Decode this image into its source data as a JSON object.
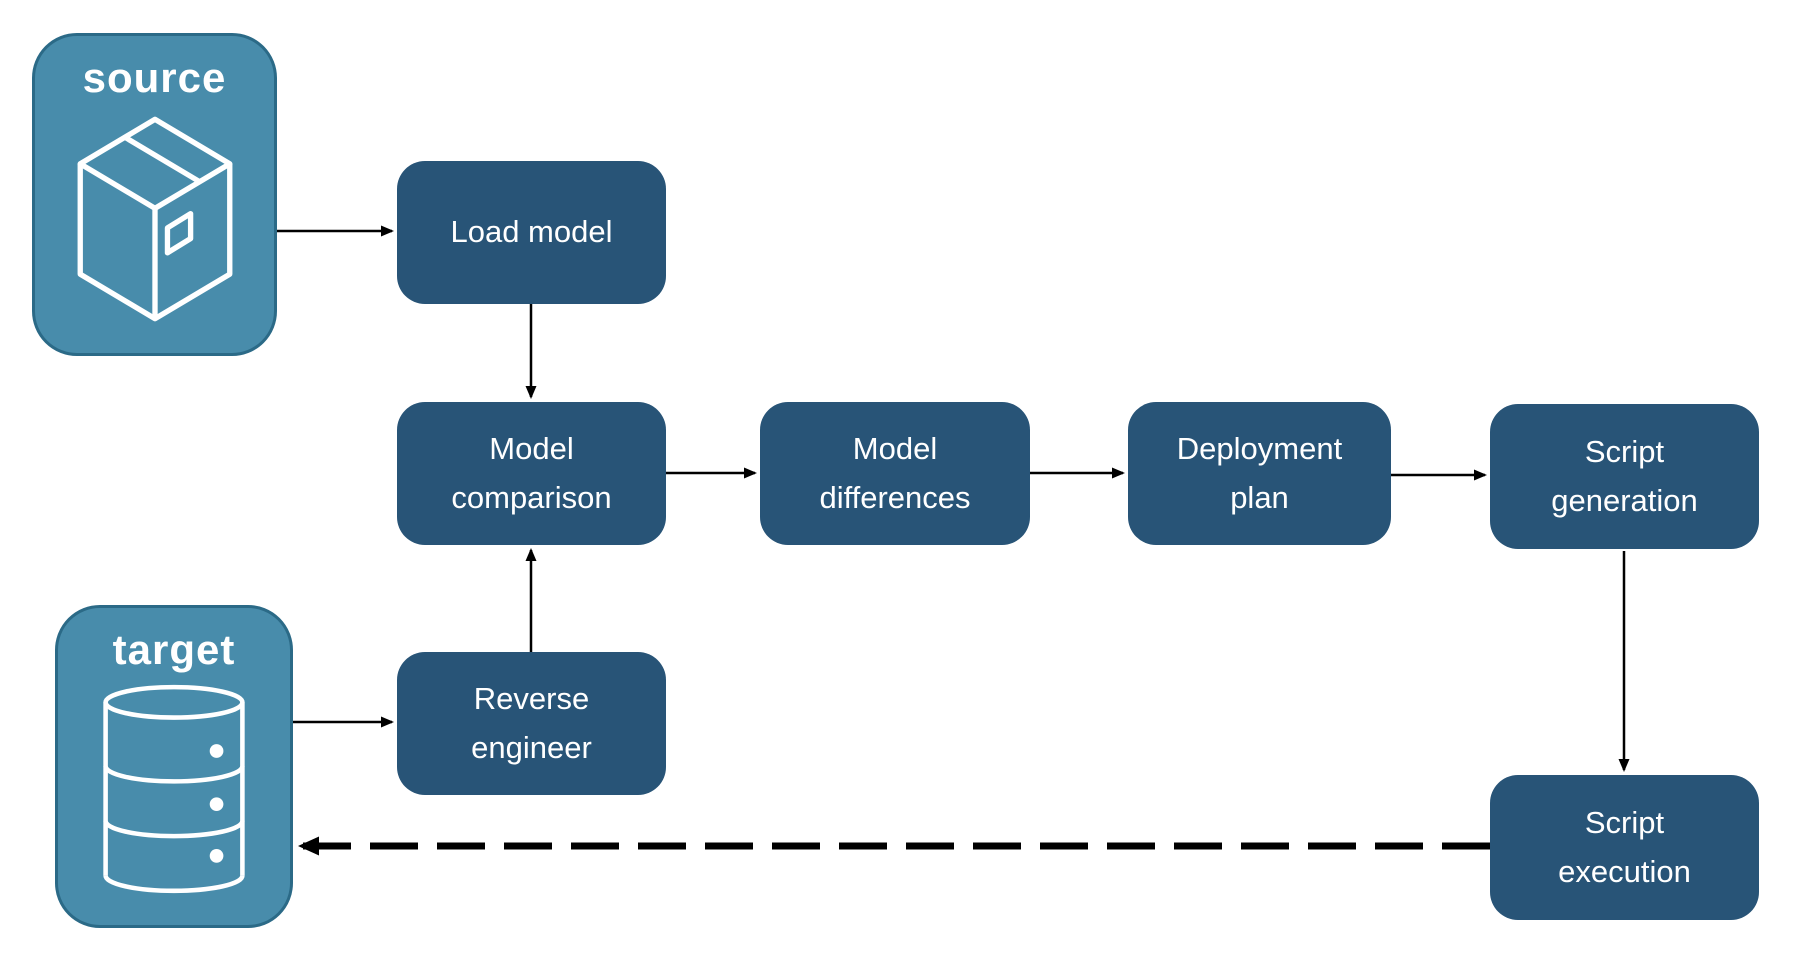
{
  "diagram": {
    "colors": {
      "endpoint_fill": "#488CAB",
      "endpoint_border": "#2B6A87",
      "process_fill": "#285477",
      "text": "#FFFFFF",
      "arrow": "#000000",
      "background": "#FFFFFF"
    },
    "endpoints": {
      "source": {
        "label": "source",
        "icon": "package-icon"
      },
      "target": {
        "label": "target",
        "icon": "database-icon"
      }
    },
    "processes": {
      "load_model": {
        "label": "Load model"
      },
      "model_comparison": {
        "label": "Model comparison"
      },
      "model_differences": {
        "label": "Model differences"
      },
      "deployment_plan": {
        "label": "Deployment plan"
      },
      "script_generation": {
        "label": "Script generation"
      },
      "reverse_engineer": {
        "label": "Reverse engineer"
      },
      "script_execution": {
        "label": "Script execution"
      }
    },
    "edges": [
      {
        "from": "source",
        "to": "load_model",
        "style": "solid"
      },
      {
        "from": "load_model",
        "to": "model_comparison",
        "style": "solid"
      },
      {
        "from": "target",
        "to": "reverse_engineer",
        "style": "solid"
      },
      {
        "from": "reverse_engineer",
        "to": "model_comparison",
        "style": "solid"
      },
      {
        "from": "model_comparison",
        "to": "model_differences",
        "style": "solid"
      },
      {
        "from": "model_differences",
        "to": "deployment_plan",
        "style": "solid"
      },
      {
        "from": "deployment_plan",
        "to": "script_generation",
        "style": "solid"
      },
      {
        "from": "script_generation",
        "to": "script_execution",
        "style": "solid"
      },
      {
        "from": "script_execution",
        "to": "target",
        "style": "dashed"
      }
    ]
  }
}
